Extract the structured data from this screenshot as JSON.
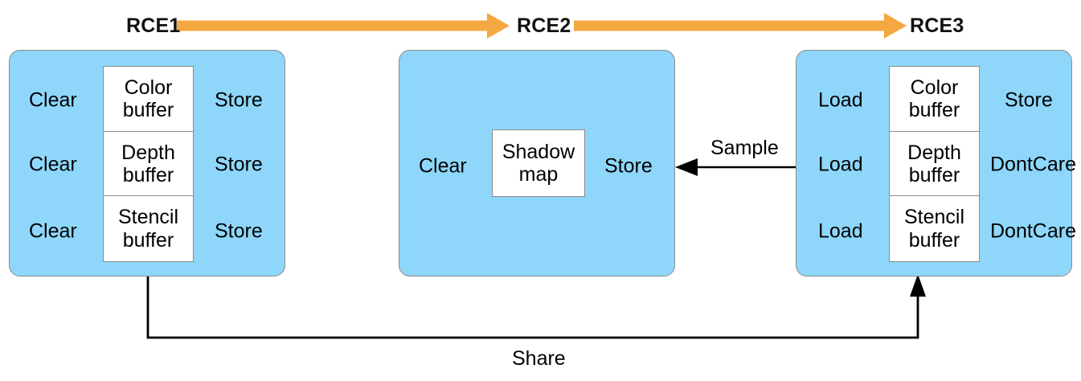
{
  "diagram": {
    "title_hidden": "Render command encoder attachment lifecycle",
    "colors": {
      "panel_fill": "#8ED7FB",
      "panel_stroke": "#8a8a8a",
      "box_fill": "#ffffff",
      "box_stroke": "#8a8a8a",
      "flow_arrow": "#F4A842",
      "connector": "#000000",
      "text": "#000000"
    }
  },
  "stages": [
    {
      "id": "rce1",
      "title": "RCE1",
      "attachments": [
        {
          "load": "Clear",
          "buffer": "Color buffer",
          "buffer_line1": "Color",
          "buffer_line2": "buffer",
          "store": "Store"
        },
        {
          "load": "Clear",
          "buffer": "Depth buffer",
          "buffer_line1": "Depth",
          "buffer_line2": "buffer",
          "store": "Store"
        },
        {
          "load": "Clear",
          "buffer": "Stencil buffer",
          "buffer_line1": "Stencil",
          "buffer_line2": "buffer",
          "store": "Store"
        }
      ]
    },
    {
      "id": "rce2",
      "title": "RCE2",
      "attachments": [
        {
          "load": "Clear",
          "buffer": "Shadow map",
          "buffer_line1": "Shadow",
          "buffer_line2": "map",
          "store": "Store"
        }
      ]
    },
    {
      "id": "rce3",
      "title": "RCE3",
      "attachments": [
        {
          "load": "Load",
          "buffer": "Color buffer",
          "buffer_line1": "Color",
          "buffer_line2": "buffer",
          "store": "Store"
        },
        {
          "load": "Load",
          "buffer": "Depth buffer",
          "buffer_line1": "Depth",
          "buffer_line2": "buffer",
          "store": "DontCare"
        },
        {
          "load": "Load",
          "buffer": "Stencil buffer",
          "buffer_line1": "Stencil",
          "buffer_line2": "buffer",
          "store": "DontCare"
        }
      ]
    }
  ],
  "flow_arrows": [
    {
      "from": "RCE1",
      "to": "RCE2"
    },
    {
      "from": "RCE2",
      "to": "RCE3"
    }
  ],
  "connections": [
    {
      "id": "sample",
      "label": "Sample",
      "from": "RCE3",
      "to": "RCE2",
      "direction": "left"
    },
    {
      "id": "share",
      "label": "Share",
      "from": "RCE1",
      "to": "RCE3",
      "direction": "up"
    }
  ]
}
